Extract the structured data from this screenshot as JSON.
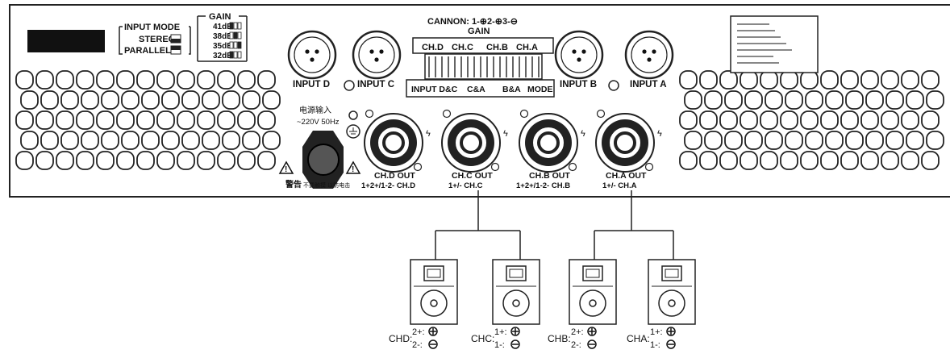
{
  "panel": {
    "input_mode": {
      "title": "INPUT MODE",
      "options": [
        "STEREO",
        "PARALLEL"
      ]
    },
    "gain_switch": {
      "title": "GAIN",
      "options": [
        "41dB",
        "38dB",
        "35dB",
        "32dB"
      ]
    },
    "cannon_pinout": "CANNON: 1-⊕2-⊕3-⊖",
    "gain_block": {
      "title": "GAIN",
      "channels": [
        "CH.D",
        "CH.C",
        "CH.B",
        "CH.A"
      ],
      "mode_labels": [
        "INPUT D&C",
        "C&A",
        "B&A",
        "MODE"
      ]
    },
    "inputs": [
      "INPUT D",
      "INPUT C",
      "INPUT B",
      "INPUT A"
    ],
    "power": {
      "label_cn": "电源输入",
      "label_voltage": "~220V 50Hz",
      "warning_bold": "警告",
      "warning_text": "不要触摸 以防电击"
    },
    "outputs": [
      {
        "name": "CH.D OUT",
        "wiring": "1+2+/1-2- CH.D"
      },
      {
        "name": "CH.C OUT",
        "wiring": "1+/- CH.C"
      },
      {
        "name": "CH.B OUT",
        "wiring": "1+2+/1-2- CH.B"
      },
      {
        "name": "CH.A OUT",
        "wiring": "1+/- CH.A"
      }
    ]
  },
  "speakers": [
    {
      "label": "CHD:",
      "top": "2+:",
      "bottom": "2-:"
    },
    {
      "label": "CHC:",
      "top": "1+:",
      "bottom": "1-:"
    },
    {
      "label": "CHB:",
      "top": "2+:",
      "bottom": "2-:"
    },
    {
      "label": "CHA:",
      "top": "1+:",
      "bottom": "1-:"
    }
  ]
}
